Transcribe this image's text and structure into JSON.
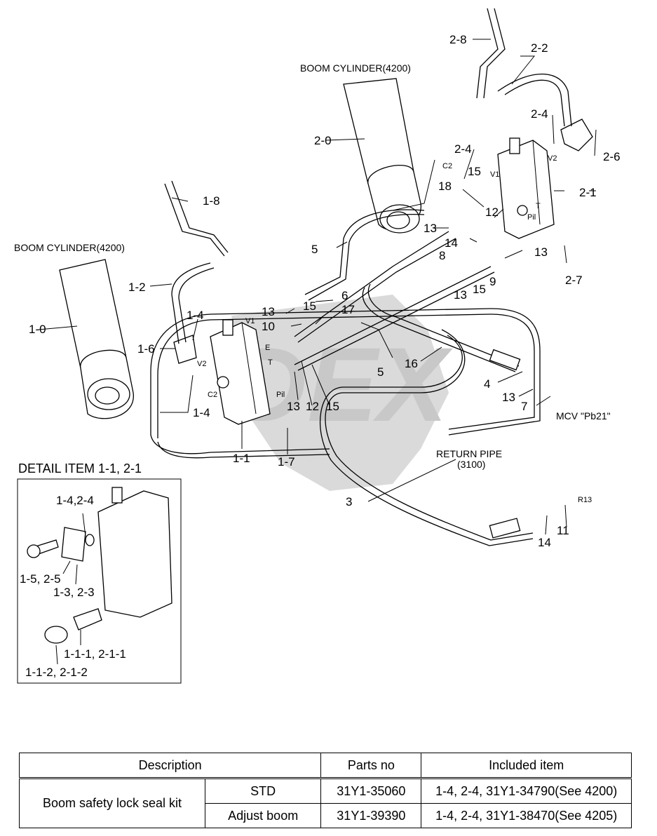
{
  "diagram": {
    "labels": {
      "boom_cyl_right": "BOOM CYLINDER(4200)",
      "boom_cyl_left": "BOOM CYLINDER(4200)",
      "return_pipe": "RETURN PIPE",
      "return_pipe_ref": "(3100)",
      "mcv": "MCV \"Pb21\"",
      "detail_title": "DETAIL ITEM 1-1, 2-1"
    },
    "port_labels": {
      "c2_right": "C2",
      "v1_right": "V1",
      "v2_right": "V2",
      "t_right": "T",
      "pil_right": "Pil",
      "v1_left": "V1",
      "v2_left": "V2",
      "e_left": "E",
      "t_left": "T",
      "c2_left": "C2",
      "pil_left": "Pil",
      "r13": "R13"
    },
    "callouts": {
      "c2_8": "2-8",
      "c2_2": "2-2",
      "c2_0": "2-0",
      "c2_4a": "2-4",
      "c2_4b": "2-4",
      "c2_6": "2-6",
      "c2_1": "2-1",
      "c2_7": "2-7",
      "c15a": "15",
      "c18": "18",
      "c12a": "12",
      "c13a": "13",
      "c14a": "14",
      "c8": "8",
      "c13b": "13",
      "c13c": "13",
      "c15b": "15",
      "c9": "9",
      "c5a": "5",
      "c1_8": "1-8",
      "c1_2": "1-2",
      "c1_0": "1-0",
      "c1_4a": "1-4",
      "c1_6": "1-6",
      "c1_4b": "1-4",
      "c1_1": "1-1",
      "c1_7": "1-7",
      "c13d": "13",
      "c10": "10",
      "c6": "6",
      "c15c": "15",
      "c17": "17",
      "c5b": "5",
      "c16": "16",
      "c13e": "13",
      "c12b": "12",
      "c15d": "15",
      "c4": "4",
      "c13f": "13",
      "c7": "7",
      "c3": "3",
      "c14b": "14",
      "c11": "11"
    },
    "detail_callouts": {
      "d14": "1-4,2-4",
      "d15": "1-5, 2-5",
      "d13": "1-3, 2-3",
      "d111": "1-1-1, 2-1-1",
      "d112": "1-1-2, 2-1-2"
    }
  },
  "table": {
    "headers": [
      "Description",
      "Parts no",
      "Included item"
    ],
    "description": "Boom safety lock seal kit",
    "rows": [
      {
        "variant": "STD",
        "parts_no": "31Y1-35060",
        "included": "1-4, 2-4, 31Y1-34790(See 4200)"
      },
      {
        "variant": "Adjust boom",
        "parts_no": "31Y1-39390",
        "included": "1-4, 2-4, 31Y1-38470(See 4205)"
      }
    ]
  }
}
